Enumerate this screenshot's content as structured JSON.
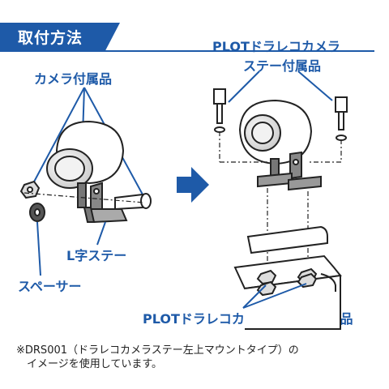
{
  "header": {
    "title": "取付方法",
    "accent": "#1e5aa8"
  },
  "labels": {
    "camera_accessory": "カメラ付属品",
    "l_stay": "L字ステー",
    "spacer": "スペーサー",
    "plot_stay_accessory_top_1": "PLOTドラレコカメラ",
    "plot_stay_accessory_top_2": "ステー付属品",
    "plot_stay_accessory_bottom": "PLOTドラレコカメラ ステー付属品"
  },
  "note": {
    "line1": "※DRS001（ドラレコカメラステー左上マウントタイプ）の",
    "line2": "　イメージを使用しています。"
  },
  "icons": {
    "arrow": "right-arrow-icon"
  }
}
